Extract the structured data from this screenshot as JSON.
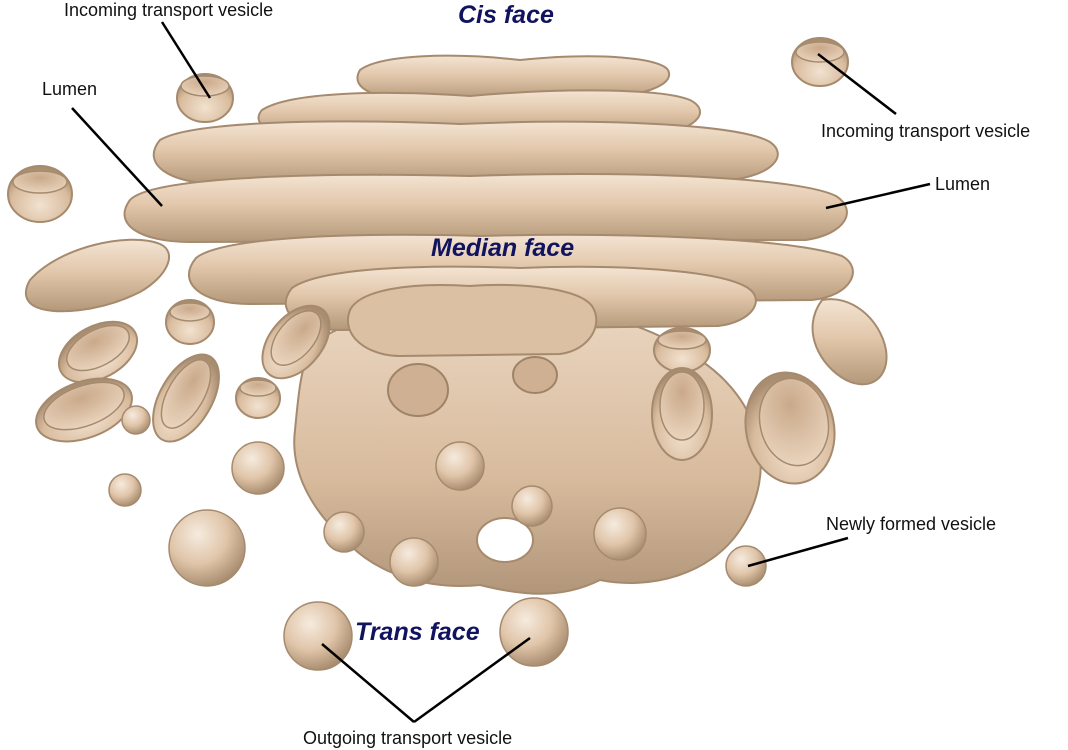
{
  "labels": {
    "incoming_vesicle_top": "Incoming transport vesicle",
    "lumen_left": "Lumen",
    "incoming_vesicle_right": "Incoming transport vesicle",
    "lumen_right": "Lumen",
    "newly_formed_vesicle": "Newly formed vesicle",
    "outgoing_vesicle": "Outgoing transport vesicle"
  },
  "faces": {
    "cis": "Cis face",
    "median": "Median face",
    "trans": "Trans face"
  },
  "colors": {
    "membrane": "#e3c9ae",
    "membrane_shadow": "#b2977c",
    "membrane_light": "#f4e6d6",
    "lumen_inner": "#d6b89a",
    "face_text": "#12135e",
    "leader_line": "#000000",
    "label_text": "#111111"
  }
}
